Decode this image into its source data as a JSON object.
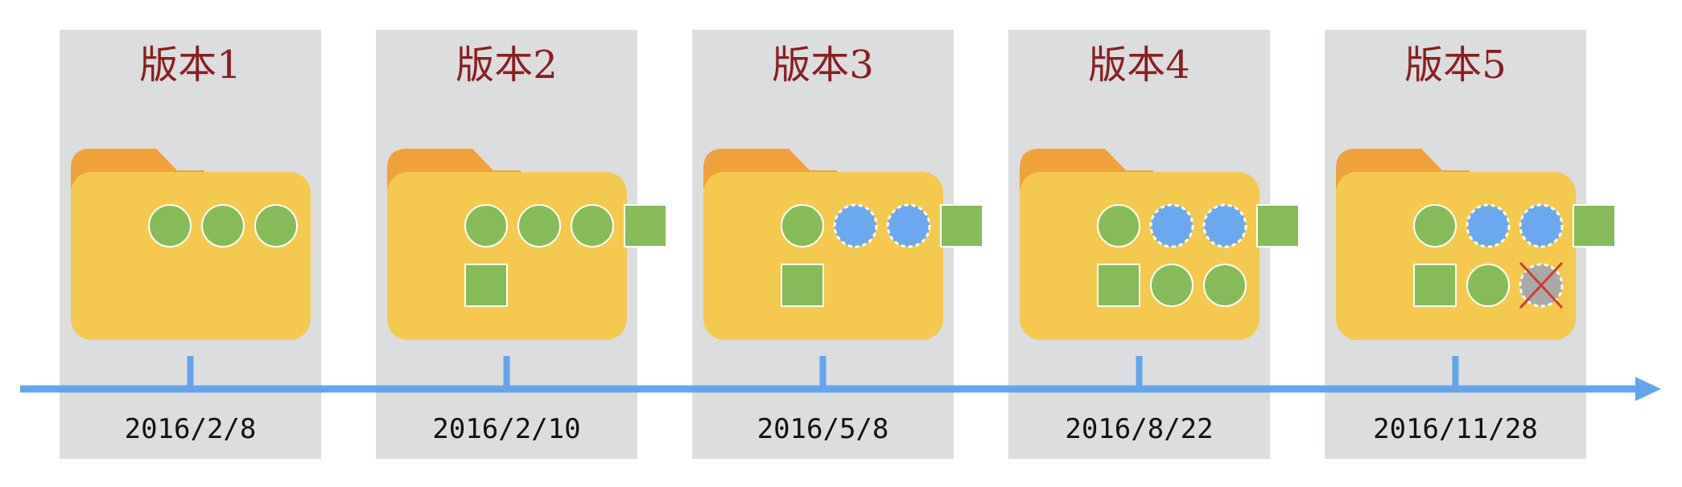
{
  "colors": {
    "panel": "#dcdddf",
    "folder_tab": "#f0a23a",
    "folder_body": "#f5c94e",
    "changed_file": "#6aa9f0",
    "deleted_file": "#a9a9a9",
    "file": "#86bb5a",
    "timeline": "#62a5ec",
    "title": "#8b1e1e"
  },
  "versions": [
    {
      "title": "版本1",
      "date": "2016/2/8",
      "files": [
        "circle",
        "circle",
        "circle"
      ]
    },
    {
      "title": "版本2",
      "date": "2016/2/10",
      "files": [
        "circle",
        "circle",
        "circle",
        "square",
        "square"
      ]
    },
    {
      "title": "版本3",
      "date": "2016/5/8",
      "files": [
        "circle",
        "circle-changed",
        "circle-changed",
        "square",
        "square"
      ]
    },
    {
      "title": "版本4",
      "date": "2016/8/22",
      "files": [
        "circle",
        "circle-changed",
        "circle-changed",
        "square",
        "square",
        "circle",
        "circle"
      ]
    },
    {
      "title": "版本5",
      "date": "2016/11/28",
      "files": [
        "circle",
        "circle-changed",
        "circle-changed",
        "square",
        "square",
        "circle",
        "circle-deleted"
      ]
    }
  ]
}
